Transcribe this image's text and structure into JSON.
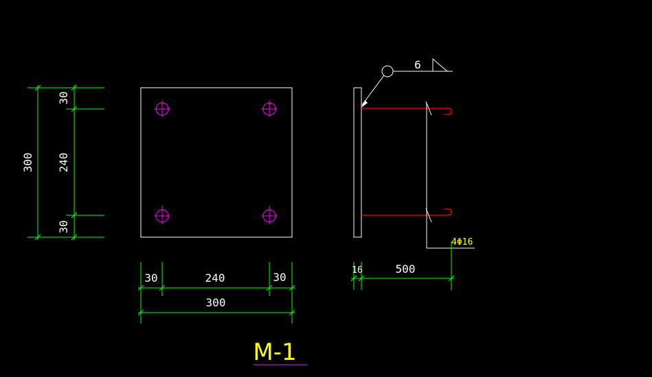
{
  "colors": {
    "background": "#000000",
    "outline": "#ffffff",
    "dimension": "#00ff00",
    "bolt": "#ff00ff",
    "anchor_bar": "#ff0000",
    "title": "#ffff00",
    "title_underline": "#ff00ff",
    "rebar_note": "#ffff00"
  },
  "front_view": {
    "left_dims": {
      "top": "30",
      "middle": "240",
      "bottom": "30",
      "overall": "300"
    },
    "bottom_dims": {
      "left": "30",
      "middle": "240",
      "right": "30",
      "overall": "300"
    }
  },
  "side_view": {
    "weld_size": "6",
    "plate_thickness": "16",
    "anchor_length": "500",
    "rebar_note": "4Φ16"
  },
  "title": "M-1"
}
